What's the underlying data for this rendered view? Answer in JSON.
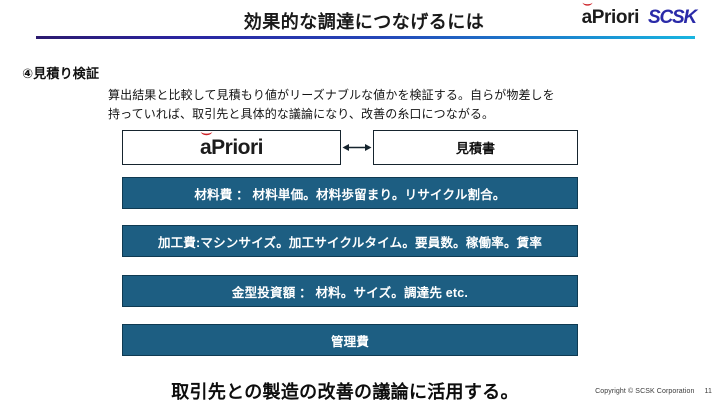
{
  "header": {
    "title": "効果的な調達につなげるには",
    "logos": {
      "apriori_text": "aPriori",
      "apriori_accent_color": "#cc2127",
      "scsk_text": "SCSK",
      "scsk_color": "#2a2aa8"
    },
    "rule_gradient_from": "#2b1a6e",
    "rule_gradient_to": "#19b5e0"
  },
  "section": {
    "heading": "④見積り検証",
    "description_lines": [
      "算出結果と比較して見積もり値がリーズナブルな値かを検証する。自らが物差しを",
      "持っていれば、取引先と具体的な議論になり、改善の糸口につながる。"
    ]
  },
  "top_row": {
    "left_box_label": "aPriori",
    "right_box_label": "見積書",
    "connector_icon": "double-headed-arrow-icon"
  },
  "bars": {
    "fill_color": "#1d5e82",
    "items": [
      {
        "label": "材料費 ：  材料単価。材料歩留まり。リサイクル割合。"
      },
      {
        "label": "加工費:マシンサイズ。加工サイクルタイム。要員数。稼働率。賃率"
      },
      {
        "label": "金型投資額 ：  材料。サイズ。調達先  etc."
      },
      {
        "label": "管理費"
      }
    ]
  },
  "footer": {
    "statement": "取引先との製造の改善の議論に活用する。",
    "copyright": "Copyright © SCSK Corporation",
    "page_number": "11"
  }
}
